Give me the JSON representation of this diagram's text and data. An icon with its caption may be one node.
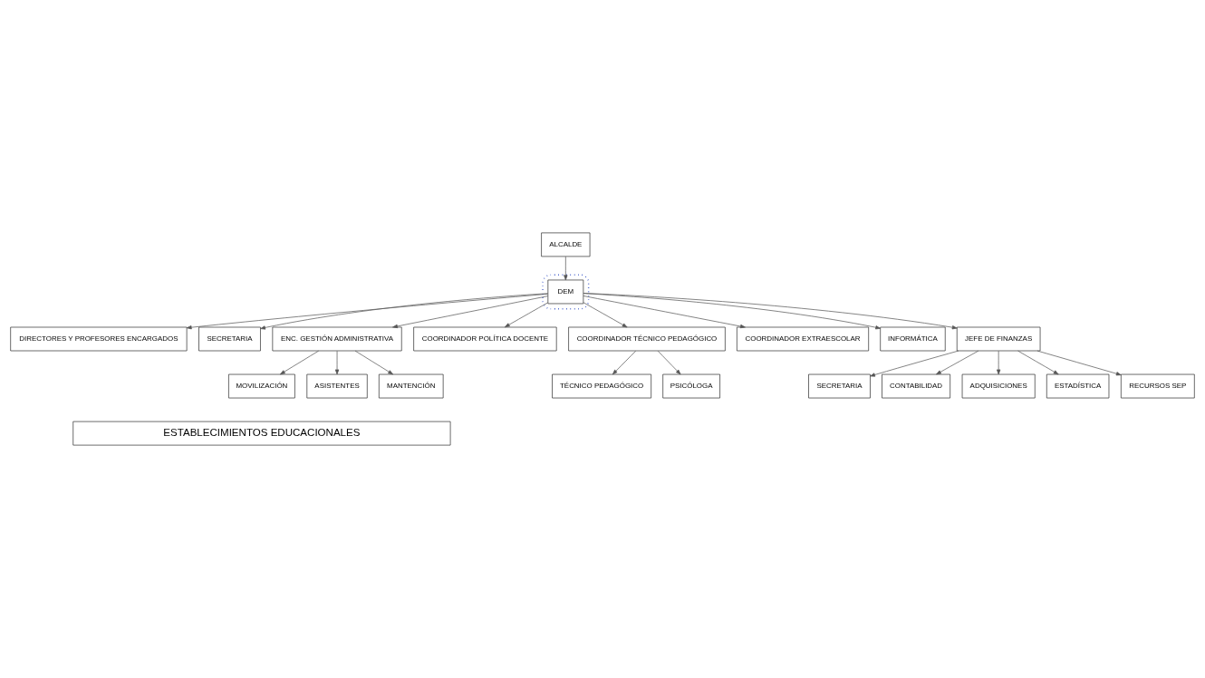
{
  "diagram": {
    "nodes": [
      {
        "text": [
          "ALCALDE"
        ]
      },
      {
        "text": [],
        "shape": "ellipse"
      },
      {
        "text": [
          "DEM"
        ],
        "in": 1
      },
      {
        "text": [
          "DIRECTORES Y PROFESORES ENCARGADOS"
        ]
      },
      {
        "text": [
          "SECRETARIA"
        ]
      },
      {
        "text": [
          "ENC. GESTIÓN ADMINISTRATIVA"
        ]
      },
      {
        "text": [
          "COORDINADOR POLÍTICA DOCENTE"
        ]
      },
      {
        "text": [
          "COORDINADOR TÉCNICO PEDAGÓGICO"
        ]
      },
      {
        "text": [
          "COORDINADOR EXTRAESCOLAR"
        ]
      },
      {
        "text": [
          "INFORMÁTICA"
        ]
      },
      {
        "text": [
          "JEFE DE FINANZAS"
        ]
      },
      {
        "text": [
          "MOVILIZACIÓN"
        ]
      },
      {
        "text": [
          "ASISTENTES"
        ]
      },
      {
        "text": [
          "MANTENCIÓN"
        ]
      },
      {
        "text": [
          "TÉCNICO PEDAGÓGICO"
        ]
      },
      {
        "text": [
          "PSICÓLOGA"
        ]
      },
      {
        "text": [
          "SECRETARIA"
        ]
      },
      {
        "text": [
          "CONTABILIDAD"
        ]
      },
      {
        "text": [
          "ADQUISICIONES"
        ]
      },
      {
        "text": [
          "ESTADÍSTICA"
        ]
      },
      {
        "text": [
          "RECURSOS SEP"
        ]
      },
      {
        "text": [
          "ESTABLECIMIENTOS EDUCACIONALES"
        ]
      }
    ],
    "edges": [
      {
        "from": 0,
        "to": 2,
        "arrow": "to"
      },
      {
        "from": 2,
        "to": 3,
        "arrow": "to"
      },
      {
        "from": 2,
        "to": 4,
        "arrow": "to"
      },
      {
        "from": 2,
        "to": 5,
        "arrow": "to"
      },
      {
        "from": 2,
        "to": 6,
        "arrow": "to"
      },
      {
        "from": 2,
        "to": 7,
        "arrow": "to"
      },
      {
        "from": 2,
        "to": 8,
        "arrow": "to"
      },
      {
        "from": 2,
        "to": 9,
        "arrow": "to"
      },
      {
        "from": 2,
        "to": 10,
        "arrow": "to"
      },
      {
        "from": 5,
        "to": 11,
        "arrow": "to"
      },
      {
        "from": 5,
        "to": 12,
        "arrow": "to"
      },
      {
        "from": 5,
        "to": 13,
        "arrow": "to"
      },
      {
        "from": 7,
        "to": 14,
        "arrow": "to"
      },
      {
        "from": 7,
        "to": 15,
        "arrow": "to"
      },
      {
        "from": 10,
        "to": 16,
        "arrow": "to"
      },
      {
        "from": 10,
        "to": 17,
        "arrow": "to"
      },
      {
        "from": 10,
        "to": 18,
        "arrow": "to"
      },
      {
        "from": 10,
        "to": 19,
        "arrow": "to"
      },
      {
        "from": 10,
        "to": 20,
        "arrow": "to"
      }
    ]
  }
}
